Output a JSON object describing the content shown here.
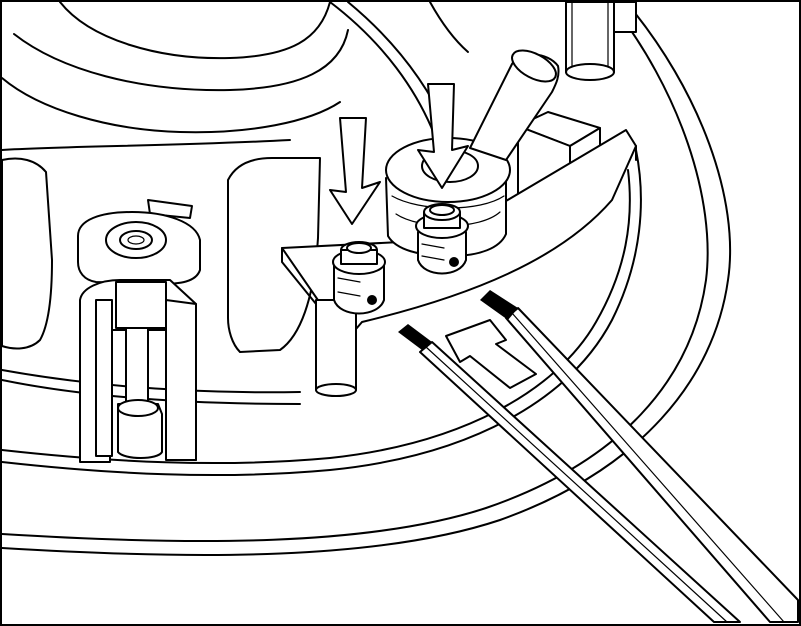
{
  "figure": {
    "background": "#ffffff",
    "line_color": "#000000",
    "arrows": [
      {
        "name": "down-arrow-left"
      },
      {
        "name": "down-arrow-right"
      },
      {
        "name": "up-arrow-bottom"
      }
    ],
    "binding_posts": 2,
    "wires": 2
  }
}
